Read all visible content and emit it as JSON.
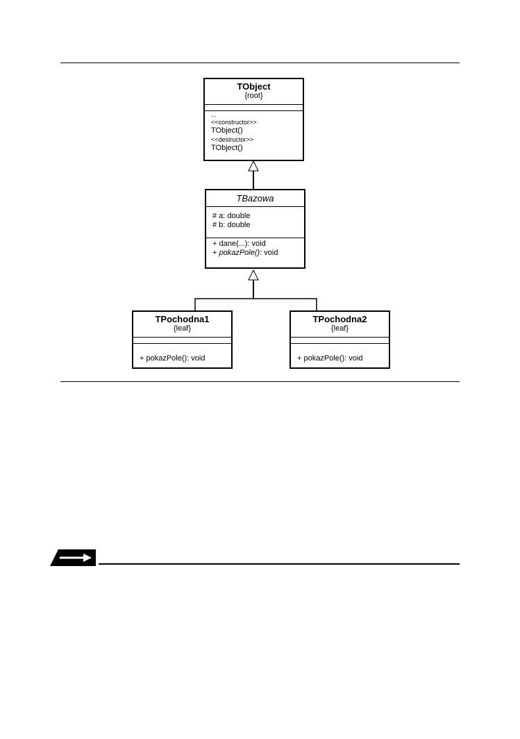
{
  "diagram": {
    "classes": {
      "tobject": {
        "name": "TObject",
        "stereotype": "{root}",
        "attributes": [],
        "operations": [
          "...",
          "<<constructor>>",
          "TObject()",
          "<<destructor>>",
          "TObject()"
        ]
      },
      "tbazowa": {
        "name": "TBazowa",
        "abstract": true,
        "attributes": [
          "# a: double",
          "# b: double"
        ],
        "operations": [
          {
            "text": "+ dane(...): void",
            "abstract": false
          },
          {
            "text_prefix": "+ ",
            "text_italic": "pokazPole()",
            "text_suffix": ": void",
            "abstract": true
          }
        ]
      },
      "tpochodna1": {
        "name": "TPochodna1",
        "stereotype": "{leaf}",
        "attributes": [],
        "operations": [
          "+ pokazPole(): void"
        ]
      },
      "tpochodna2": {
        "name": "TPochodna2",
        "stereotype": "{leaf}",
        "attributes": [],
        "operations": [
          "+ pokazPole(): void"
        ]
      }
    },
    "relationships": [
      {
        "type": "generalization",
        "from": "TBazowa",
        "to": "TObject"
      },
      {
        "type": "generalization",
        "from": "TPochodna1",
        "to": "TBazowa"
      },
      {
        "type": "generalization",
        "from": "TPochodna2",
        "to": "TBazowa"
      }
    ]
  },
  "note": {
    "icon": "right-arrow-icon"
  }
}
